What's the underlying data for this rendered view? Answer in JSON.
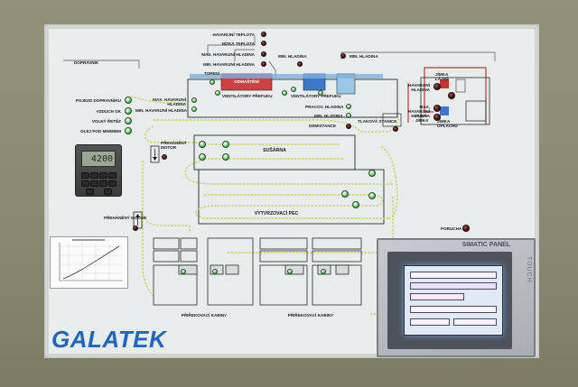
{
  "panel": {
    "logo": "GALATEK",
    "hmi_brand": "SIMATIC PANEL",
    "hmi_side": "TOUCH",
    "controller_display": "4200"
  },
  "labels": {
    "havarijni_teplota": "HAVARIJNÍ TEPLOTA",
    "nizka_teplota": "NÍZKÁ TEPLOTA",
    "max_havarijni_hladina_top": "MAX. HAVARIJNÍ HLADINA",
    "min_havarijni_hladina_top": "MIN. HAVARIJNÍ HLADINA",
    "min_hladina": "MIN. HLADINA",
    "min_hladina_right": "MIN. HLADINA",
    "topeni": "TOPENÍ",
    "odmasteni": "ODMAŠTĚNÍ",
    "max_havarijni_hladina": "MAX. HAVARIJNÍ HLADINA",
    "min_havarijni_hladina": "MIN. HAVARIJNÍ HLADINA",
    "ventilatory_prefuku_1": "VENTILÁTORY PŘEFUKU",
    "ventilatory_prefuku_2": "VENTILÁTORY PŘEFUKU",
    "pracov_hladina": "PRACOV. HLADINA",
    "min_hladina_mid": "MIN. HLADINA",
    "demistance": "DEMISTANCE",
    "tlakova_stanice": "TLAKOVÁ STANICE",
    "dopravnik": "DOPRAVNÍK",
    "pojezd_dopravniku": "POJEZD DOPRAVNÍKU",
    "vzduch_ok": "VZDUCH OK",
    "volny_retez": "VOLNÝ ŘETĚZ",
    "olej_pod_minimem": "OLEJ POD MINIMEM",
    "prehanny_motor_1": "PŘEHÁNĚNÝ MOTOR",
    "prehanny_motor_2": "PŘEHÁNĚNÝ MOTOR",
    "susarna": "SUŠÁRNA",
    "vytvrzovaci_pec": "VYTVRZOVACÍ PEC",
    "havarijni_hladina_r": "HAVARIJNÍ HLADINA",
    "jimka_lazne": "JÍMKA LÁZNĚ",
    "max_havarijni_hladina_r": "MAX. HAVARIJNÍ HLADINA",
    "plna_jimka": "PLNÁ JÍMKA",
    "jimka_oplachu": "JÍMKA OPLACHU",
    "porucha": "PORUCHA",
    "prirekovaci_kabiny_1": "PŘIŘEKOVACÍ KABINY",
    "prirekovaci_kabiny_2": "PŘIŘEKOVACÍ KABINY"
  },
  "colors": {
    "lamp_green": "#3fa63f",
    "lamp_red": "#4a1414",
    "conveyor": "#c8d25a",
    "logo": "#1e66bf",
    "pipe_red": "#c0392b",
    "tank_blue": "#3f78c9",
    "heater_red": "#d04040"
  }
}
